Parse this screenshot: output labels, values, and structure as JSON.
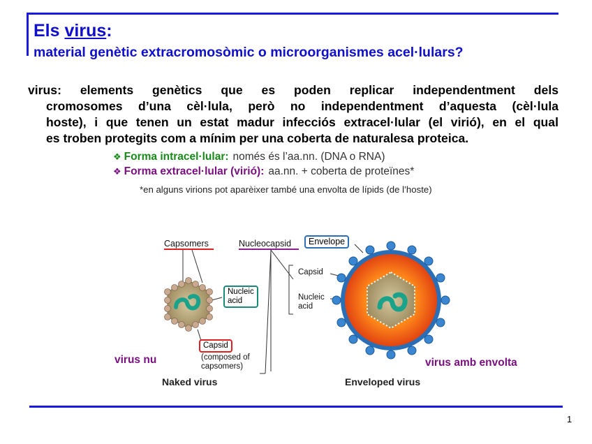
{
  "title": {
    "prefix": "Els ",
    "underlined": "virus",
    "suffix": ":",
    "subtitle": "material genètic extracromosòmic o microorganismes acel·lulars?"
  },
  "definition": {
    "term": "virus",
    "line1_rest": ": elements genètics que es poden replicar independentment dels",
    "line2": "cromosomes d’una cèl·lula, però no independentment d’aquesta (cèl·lula",
    "line3_a": "hoste), i que tenen un estat madur infecciós extracel·lular (el ",
    "line3_bold": "virió",
    "line3_b": "), en el qual",
    "line4": "es troben protegits com a mínim per una coberta de naturalesa proteica."
  },
  "bullets": [
    {
      "label": "Forma intracel·lular:",
      "value": "només és l’aa.nn. (DNA o RNA)"
    },
    {
      "label": "Forma extracel·lular (virió):",
      "value": "aa.nn. + coberta de proteïnes*"
    }
  ],
  "footnote": "*en alguns virions pot aparèixer també una envolta de lípids (de l’hoste)",
  "diagram": {
    "capsomers": "Capsomers",
    "nucleocapsid": "Nucleocapsid",
    "envelope": "Envelope",
    "capsid_right": "Capsid",
    "nucleic_right_1": "Nucleic",
    "nucleic_right_2": "acid",
    "nucleic_left_1": "Nucleic",
    "nucleic_left_2": "acid",
    "capsid_box": "Capsid",
    "composed_1": "(composed of",
    "composed_2": "capsomers)",
    "naked_caption": "Naked virus",
    "enveloped_caption": "Enveloped virus",
    "label_naked": "virus nu",
    "label_enveloped": "virus amb envolta"
  },
  "page_number": "1",
  "colors": {
    "title_blue": "#1010cc",
    "rule_blue": "#1a1adc",
    "green": "#178a17",
    "purple": "#7a1080"
  }
}
